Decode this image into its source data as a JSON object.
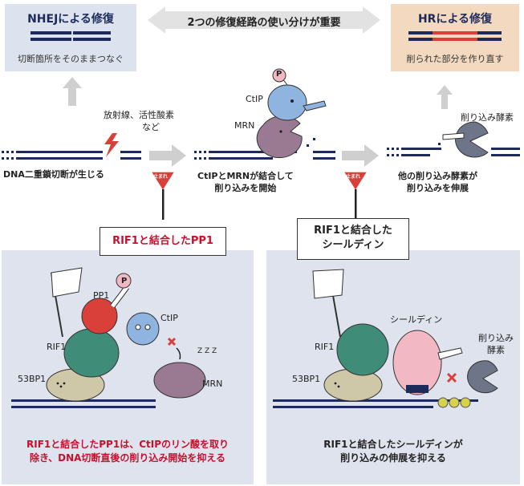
{
  "nhej": {
    "title": "NHEJによる修復",
    "subtitle": "切断箇所をそのままつなぐ"
  },
  "hr": {
    "title": "HRによる修復",
    "subtitle": "削られた部分を作り直す"
  },
  "banner": {
    "label": "2つの修復経路の使い分けが重要"
  },
  "step1": {
    "cause_line1": "放射線、活性酸素",
    "cause_line2": "など",
    "caption": "DNA二重鎖切断が生じる"
  },
  "step2": {
    "ctip": "CtIP",
    "mrn": "MRN",
    "p": "P",
    "caption_line1": "CtIPとMRNが結合して",
    "caption_line2": "削り込みを開始"
  },
  "step3": {
    "enzyme": "削り込み酵素",
    "caption_line1": "他の削り込み酵素が",
    "caption_line2": "削り込みを伸展"
  },
  "stop_sign": {
    "label": "止まれ"
  },
  "left_inhibitor": {
    "label": "RIF1と結合したPP1"
  },
  "right_inhibitor": {
    "line1": "RIF1と結合した",
    "line2": "シールディン"
  },
  "left_panel": {
    "pp1": "PP1",
    "p": "P",
    "ctip": "CtIP",
    "rif1": "RIF1",
    "bp53": "53BP1",
    "mrn": "MRN",
    "zzz": "Z Z Z",
    "caption_line1": "RIF1と結合したPP1は、CtIPのリン酸を取り",
    "caption_line2": "除き、DNA切断直後の削り込み開始を抑える"
  },
  "right_panel": {
    "shieldin": "シールディン",
    "rif1": "RIF1",
    "bp53": "53BP1",
    "enzyme_line1": "削り込み",
    "enzyme_line2": "酵素",
    "caption_line1": "RIF1と結合したシールディンが",
    "caption_line2": "削り込みの伸展を抑える"
  },
  "colors": {
    "navy": "#1d2a5c",
    "red": "#d9403a",
    "teal": "#3f8c78",
    "blue": "#8fb4e0",
    "mauve": "#9a7a92",
    "beige": "#cfc8a8",
    "pink": "#f2b8c4",
    "gray": "#b8bcc4",
    "panel": "#dfe3ee"
  }
}
